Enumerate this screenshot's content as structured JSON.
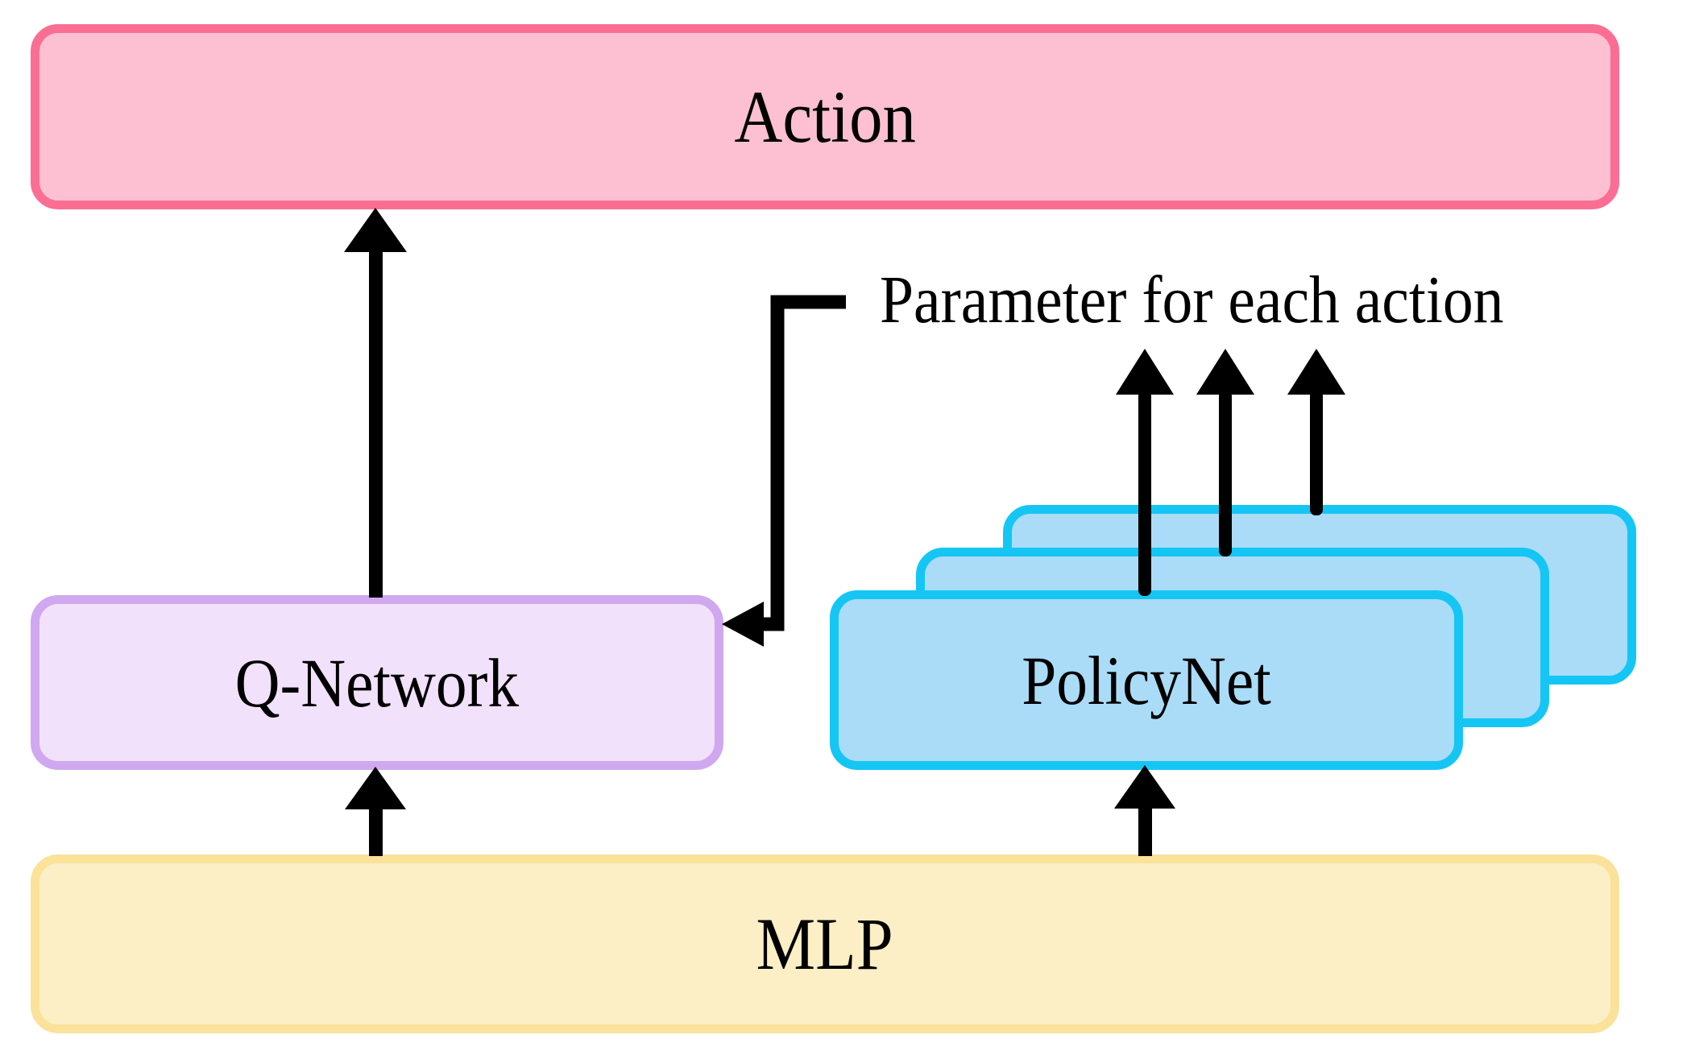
{
  "diagram": {
    "title": "Action / Q-Network / PolicyNet / MLP architecture",
    "background_color": "#ffffff",
    "nodes": {
      "action": {
        "label": "Action",
        "fill_color": "#fcc0d2",
        "border_color": "#fb6e93"
      },
      "qnetwork": {
        "label": "Q-Network",
        "fill_color": "#f2e1fb",
        "border_color": "#cfa8ef"
      },
      "policynet": {
        "label": "PolicyNet",
        "fill_color": "#aadcf8",
        "border_color": "#15c6f4",
        "stack_count": 3
      },
      "mlp": {
        "label": "MLP",
        "fill_color": "#fcefc5",
        "border_color": "#fae29a"
      }
    },
    "annotations": {
      "parameter_note": "Parameter for each action"
    },
    "edges": [
      {
        "name": "mlp-to-qnetwork",
        "from": "MLP",
        "to": "Q-Network",
        "style": "arrow-up"
      },
      {
        "name": "qnetwork-to-action",
        "from": "Q-Network",
        "to": "Action",
        "style": "arrow-up"
      },
      {
        "name": "mlp-to-policynet",
        "from": "MLP",
        "to": "PolicyNet",
        "style": "arrow-up"
      },
      {
        "name": "policy-params-1",
        "from": "PolicyNet-front",
        "to": "Parameter for each action",
        "style": "arrow-up"
      },
      {
        "name": "policy-params-2",
        "from": "PolicyNet-middle",
        "to": "Parameter for each action",
        "style": "arrow-up"
      },
      {
        "name": "policy-params-3",
        "from": "PolicyNet-back",
        "to": "Parameter for each action",
        "style": "arrow-up"
      },
      {
        "name": "params-to-qnetwork",
        "from": "Parameter for each action",
        "to": "Q-Network",
        "style": "elbow-arrow-left"
      }
    ],
    "edge_color": "#000000"
  }
}
